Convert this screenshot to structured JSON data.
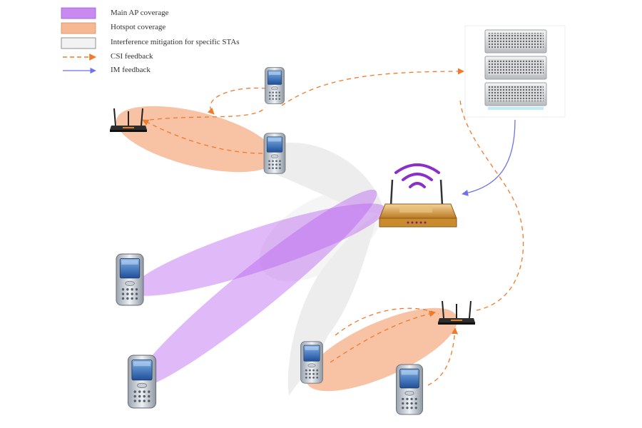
{
  "legend": {
    "items": [
      {
        "label": "Main AP coverage",
        "kind": "swatch",
        "color": "#c88af0"
      },
      {
        "label": "Hotspot coverage",
        "kind": "swatch",
        "color": "#f6b793"
      },
      {
        "label": "Interference mitigation for specific STAs",
        "kind": "swatch",
        "color": "#eeeeee"
      },
      {
        "label": "CSI feedback",
        "kind": "dashed-arrow",
        "color": "#f07a2a"
      },
      {
        "label": "IM feedback",
        "kind": "solid-arrow",
        "color": "#6f6ff0"
      }
    ]
  },
  "colors": {
    "main_ap_beam": "#b764f0",
    "hotspot_beam": "#f39a68",
    "interference_zone": "#d8d8d8",
    "csi_feedback": "#f07a2a",
    "im_feedback": "#6f6ff0",
    "router_body": "#d89a3e",
    "signal_arcs": "#8a2fc8"
  },
  "devices": {
    "icons": [
      "server-rack-icon",
      "main-ap-router-icon",
      "hotspot-router-icon",
      "smartphone-icon",
      "wireless-signal-icon"
    ]
  }
}
